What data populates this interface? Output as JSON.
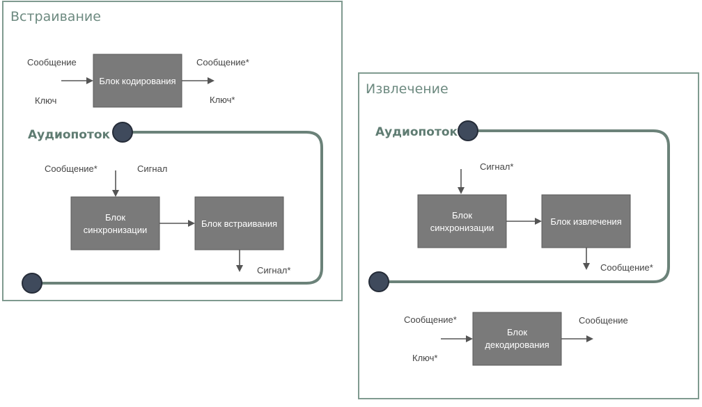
{
  "embedding": {
    "title": "Встраивание",
    "audio_stream": "Аудиопоток",
    "encoder": {
      "in_message": "Сообщение",
      "in_key": "Ключ",
      "block": "Блок кодирования",
      "out_message": "Сообщение*",
      "out_key": "Ключ*"
    },
    "sync": {
      "in_message": "Сообщение*",
      "in_signal": "Сигнал",
      "block_line1": "Блок",
      "block_line2": "синхронизации",
      "embed_block": "Блок встраивания",
      "out_signal": "Сигнал*"
    }
  },
  "extraction": {
    "title": "Извлечение",
    "audio_stream": "Аудиопоток",
    "sync": {
      "in_signal": "Сигнал*",
      "block_line1": "Блок",
      "block_line2": "синхронизации",
      "extract_block": "Блок извлечения",
      "out_message": "Сообщение*"
    },
    "decoder": {
      "in_message": "Сообщение*",
      "in_key": "Ключ*",
      "block_line1": "Блок",
      "block_line2": "декодирования",
      "out_message": "Сообщение"
    }
  },
  "colors": {
    "frame": "#7f9a8f",
    "block": "#7a7a7a",
    "stream": "#6b8279",
    "node": "#3f4a5c"
  }
}
